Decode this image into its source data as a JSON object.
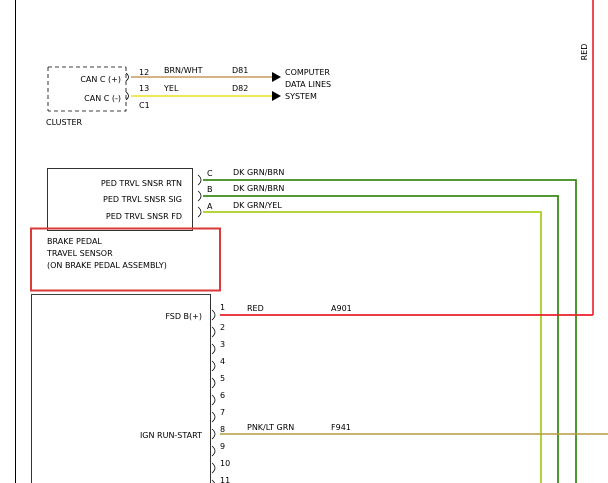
{
  "cluster": {
    "name": "CLUSTER",
    "connector": "C1",
    "pins": [
      {
        "label": "CAN C (+)",
        "pin": "12",
        "wire": "BRN/WHT",
        "circuit": "D81"
      },
      {
        "label": "CAN C (-)",
        "pin": "13",
        "wire": "YEL",
        "circuit": "D82"
      }
    ],
    "destination": [
      "COMPUTER",
      "DATA LINES",
      "SYSTEM"
    ]
  },
  "ped_sensor": {
    "pins": [
      {
        "label": "PED TRVL SNSR RTN",
        "pin": "C",
        "wire": "DK GRN/BRN"
      },
      {
        "label": "PED TRVL SNSR SIG",
        "pin": "B",
        "wire": "DK GRN/BRN"
      },
      {
        "label": "PED TRVL SNSR FD",
        "pin": "A",
        "wire": "DK GRN/YEL"
      }
    ],
    "caption": [
      "BRAKE PEDAL",
      "TRAVEL SENSOR",
      "(ON BRAKE PEDAL ASSEMBLY)"
    ]
  },
  "module": {
    "pins": [
      {
        "label": "FSD B(+)",
        "pin": "1",
        "wire": "RED",
        "circuit": "A901"
      },
      {
        "label": "",
        "pin": "2",
        "wire": "",
        "circuit": ""
      },
      {
        "label": "",
        "pin": "3",
        "wire": "",
        "circuit": ""
      },
      {
        "label": "",
        "pin": "4",
        "wire": "",
        "circuit": ""
      },
      {
        "label": "",
        "pin": "5",
        "wire": "",
        "circuit": ""
      },
      {
        "label": "",
        "pin": "6",
        "wire": "",
        "circuit": ""
      },
      {
        "label": "",
        "pin": "7",
        "wire": "",
        "circuit": ""
      },
      {
        "label": "IGN RUN-START",
        "pin": "8",
        "wire": "PNK/LT GRN",
        "circuit": "F941"
      },
      {
        "label": "",
        "pin": "9",
        "wire": "",
        "circuit": ""
      },
      {
        "label": "",
        "pin": "10",
        "wire": "",
        "circuit": ""
      },
      {
        "label": "",
        "pin": "11",
        "wire": "",
        "circuit": ""
      }
    ]
  },
  "red_riser_label": "RED",
  "colors": {
    "red": "#e8202a",
    "brn_wht": "#c69a5e",
    "yellow": "#f0e020",
    "dk_grn": "#3a8a1a",
    "grn_yel": "#a8d020",
    "highlight": "#d93a3a"
  }
}
